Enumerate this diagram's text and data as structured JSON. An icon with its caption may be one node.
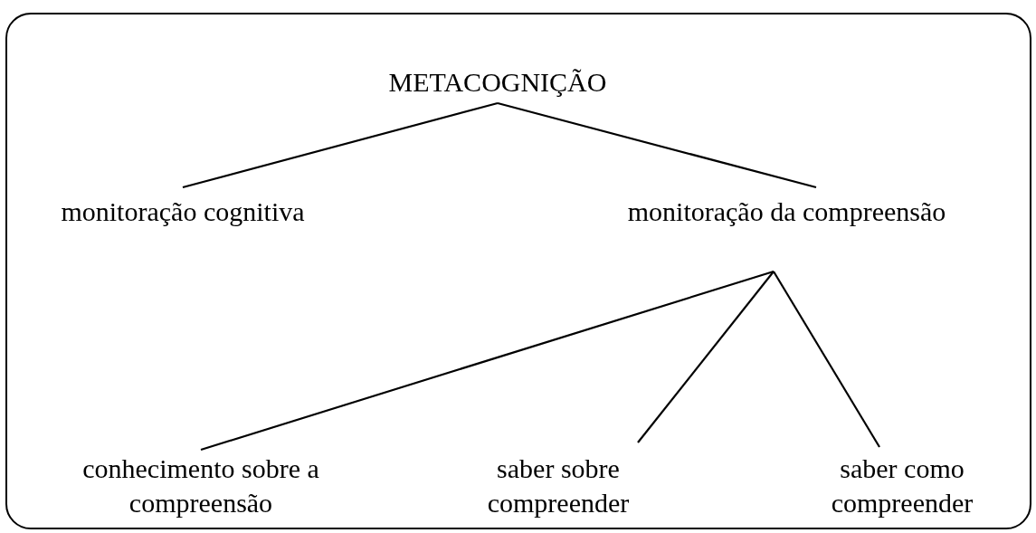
{
  "diagram": {
    "nodes": [
      {
        "text": [],
        "shape": "box"
      },
      {
        "text": [
          "METACOGNIÇÃO"
        ],
        "in": 0
      },
      {
        "text": [
          "monitoração cognitiva"
        ],
        "in": 0
      },
      {
        "text": [
          "monitoração da compreensão"
        ],
        "in": 0
      },
      {
        "text": [
          "conhecimento sobre a compreensão"
        ],
        "in": 0
      },
      {
        "text": [
          "saber sobre compreender"
        ],
        "in": 0
      },
      {
        "text": [
          "saber como compreender"
        ],
        "in": 0
      }
    ],
    "edges": [
      {
        "from": 1,
        "to": 2,
        "arrow": "none"
      },
      {
        "from": 1,
        "to": 3,
        "arrow": "none"
      },
      {
        "from": 3,
        "to": 4,
        "arrow": "none"
      },
      {
        "from": 3,
        "to": 5,
        "arrow": "none"
      },
      {
        "from": 3,
        "to": 6,
        "arrow": "none"
      }
    ]
  }
}
